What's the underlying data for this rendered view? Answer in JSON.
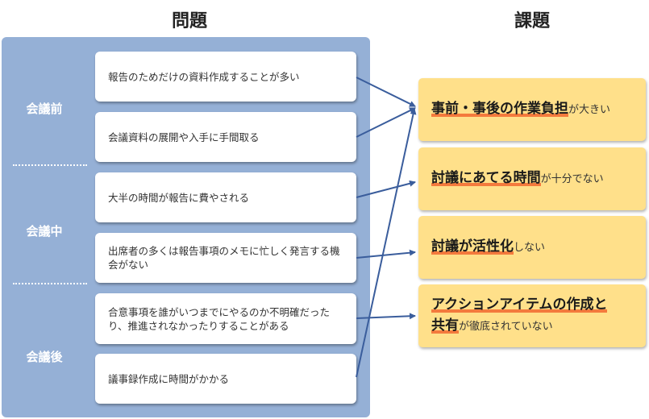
{
  "columns": {
    "problems_title": "問題",
    "issues_title": "課題"
  },
  "phases": [
    {
      "label": "会議前"
    },
    {
      "label": "会議中"
    },
    {
      "label": "会議後"
    }
  ],
  "problems": [
    {
      "text": "報告のためだけの資料作成することが多い"
    },
    {
      "text": "会議資料の展開や入手に手間取る"
    },
    {
      "text": "大半の時間が報告に費やされる"
    },
    {
      "text": "出席者の多くは報告事項のメモに忙しく発言する機会がない"
    },
    {
      "text": "合意事項を誰がいつまでにやるのか不明確だったり、推進されなかったりすることがある"
    },
    {
      "text": "議事録作成に時間がかかる"
    }
  ],
  "issues": [
    {
      "highlight": "事前・事後の作業負担",
      "rest": "が大きい"
    },
    {
      "highlight": "討議にあてる時間",
      "rest": "が十分でない"
    },
    {
      "highlight": "討議が活性化",
      "rest": "しない"
    },
    {
      "highlight1": "アクションアイテムの作成と",
      "highlight2": "共有",
      "rest": "が徹底されていない"
    }
  ],
  "colors": {
    "panel": "#95b0d6",
    "issue_box": "#ffe08a",
    "highlight_underline": "#f47a3d",
    "arrow": "#3a5d9c"
  }
}
